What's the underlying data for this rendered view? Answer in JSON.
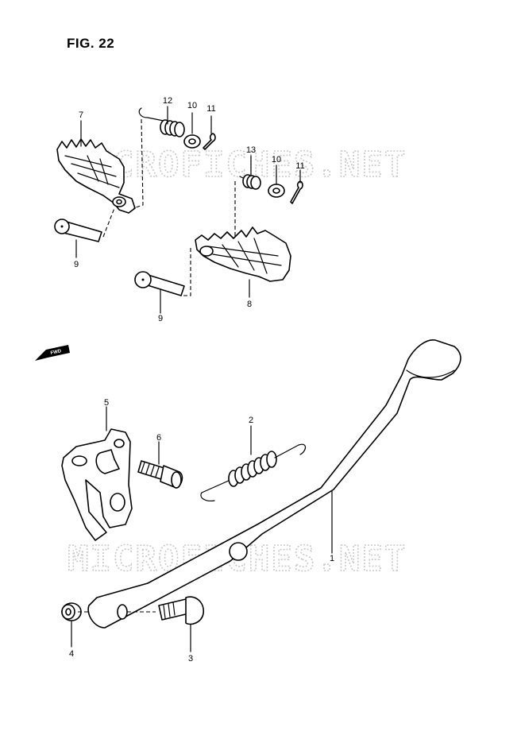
{
  "title": "FIG. 22",
  "watermark": "MICROFICHES.NET",
  "direction_badge": "FWD",
  "callouts": {
    "c1": "1",
    "c2": "2",
    "c3": "3",
    "c4": "4",
    "c5": "5",
    "c6": "6",
    "c7": "7",
    "c8": "8",
    "c9a": "9",
    "c9b": "9",
    "c10a": "10",
    "c10b": "10",
    "c11a": "11",
    "c11b": "11",
    "c12": "12",
    "c13": "13"
  }
}
